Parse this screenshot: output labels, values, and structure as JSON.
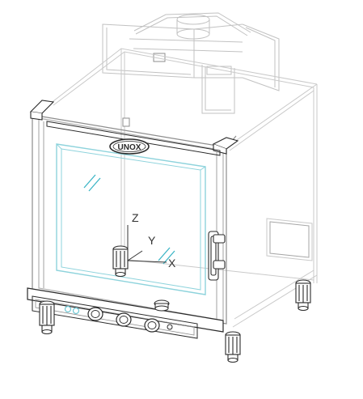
{
  "brand": {
    "logo_text": "UNOX"
  },
  "axes": {
    "z_label": "Z",
    "y_label": "Y",
    "x_label": "X"
  },
  "colors": {
    "background": "#ffffff",
    "ghost_line": "#c2c2c2",
    "main_line": "#8d8d8d",
    "dark_line": "#2a2a2a",
    "glass": "#8ed3dc",
    "glass_mark": "#3bb5c6",
    "axis": "#333333",
    "knob_accent": "#6fc7d4"
  },
  "view": {
    "mode": "wireframe",
    "projection": "isometric"
  }
}
